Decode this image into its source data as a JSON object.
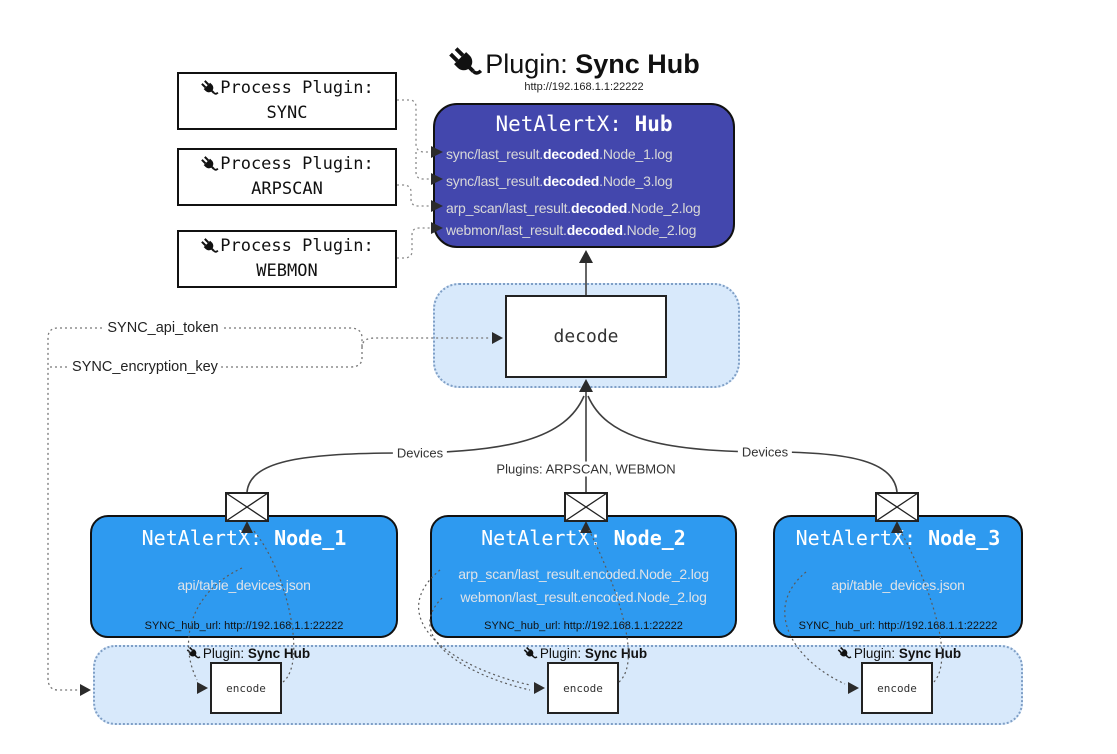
{
  "title": {
    "prefix": "Plugin: ",
    "bold": "Sync Hub"
  },
  "hub": {
    "url": "http://192.168.1.1:22222",
    "name_prefix": "NetAlertX: ",
    "name_bold": "Hub",
    "logs": [
      {
        "pre": "sync/last_result.",
        "bold": "decoded",
        "post": ".Node_1.log"
      },
      {
        "pre": "sync/last_result.",
        "bold": "decoded",
        "post": ".Node_3.log"
      },
      {
        "pre": "arp_scan/last_result.",
        "bold": "decoded",
        "post": ".Node_2.log"
      },
      {
        "pre": "webmon/last_result.",
        "bold": "decoded",
        "post": ".Node_2.log"
      }
    ]
  },
  "process_plugins": [
    {
      "label": "Process Plugin:",
      "name": "SYNC"
    },
    {
      "label": "Process Plugin:",
      "name": "ARPSCAN"
    },
    {
      "label": "Process Plugin:",
      "name": "WEBMON"
    }
  ],
  "decode_label": "decode",
  "settings": {
    "api_token": "SYNC_api_token",
    "encryption_key": "SYNC_encryption_key"
  },
  "edge_labels": {
    "devices_left": "Devices",
    "plugins_center": "Plugins: ARPSCAN, WEBMON",
    "devices_right": "Devices"
  },
  "nodes": [
    {
      "name_prefix": "NetAlertX: ",
      "name_bold": "Node_1",
      "files": [
        "api/table_devices.json"
      ],
      "hub_url": "SYNC_hub_url: http://192.168.1.1:22222"
    },
    {
      "name_prefix": "NetAlertX: ",
      "name_bold": "Node_2",
      "files": [
        "arp_scan/last_result.encoded.Node_2.log",
        "webmon/last_result.encoded.Node_2.log"
      ],
      "hub_url": "SYNC_hub_url: http://192.168.1.1:22222"
    },
    {
      "name_prefix": "NetAlertX: ",
      "name_bold": "Node_3",
      "files": [
        "api/table_devices.json"
      ],
      "hub_url": "SYNC_hub_url: http://192.168.1.1:22222"
    }
  ],
  "encoders": [
    {
      "label_prefix": "Plugin: ",
      "label_bold": "Sync Hub",
      "box_label": "encode"
    },
    {
      "label_prefix": "Plugin: ",
      "label_bold": "Sync Hub",
      "box_label": "encode"
    },
    {
      "label_prefix": "Plugin: ",
      "label_bold": "Sync Hub",
      "box_label": "encode"
    }
  ],
  "colors": {
    "hub_fill": "#4347ad",
    "node_fill": "#2e9af0",
    "panel_fill": "#d8e9fb",
    "panel_border": "#7f9fc6",
    "line_dark": "#3f3f3f"
  }
}
